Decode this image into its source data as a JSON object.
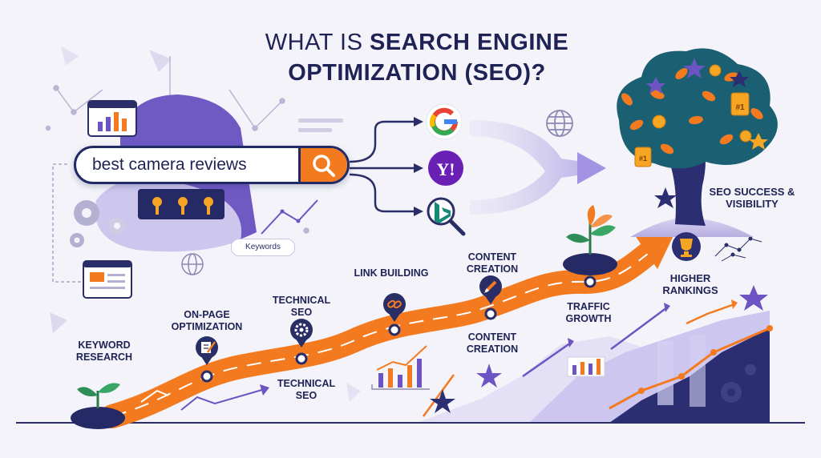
{
  "title": {
    "line1_prefix": "WHAT IS",
    "line1_bold": "SEARCH ENGINE",
    "line2": "OPTIMIZATION (SEO)?"
  },
  "search": {
    "query": "best camera reviews"
  },
  "keywords_tag": "Keywords",
  "engines": {
    "yahoo": "Y!"
  },
  "steps": {
    "keyword_research": "KEYWORD RESEARCH",
    "on_page": "ON-PAGE OPTIMIZATION",
    "technical_seo_top": "TECHNICAL SEO",
    "technical_seo_bottom": "TECHNICAL SEO",
    "link_building": "LINK BUILDING",
    "content_creation_top": "CONTENT CREATION",
    "content_creation_bottom": "CONTENT CREATION",
    "traffic_growth": "TRAFFIC GROWTH",
    "higher_rankings": "HIGHER RANKINGS",
    "seo_success": "SEO SUCCESS & VISIBILITY"
  },
  "tree": {
    "rank_badge": "#1",
    "rank_badge_2": "#1"
  },
  "colors": {
    "navy": "#222a66",
    "orange": "#f47a20",
    "purple": "#6c54c2",
    "lavender": "#c9c2ee",
    "teal": "#1b5f73"
  }
}
